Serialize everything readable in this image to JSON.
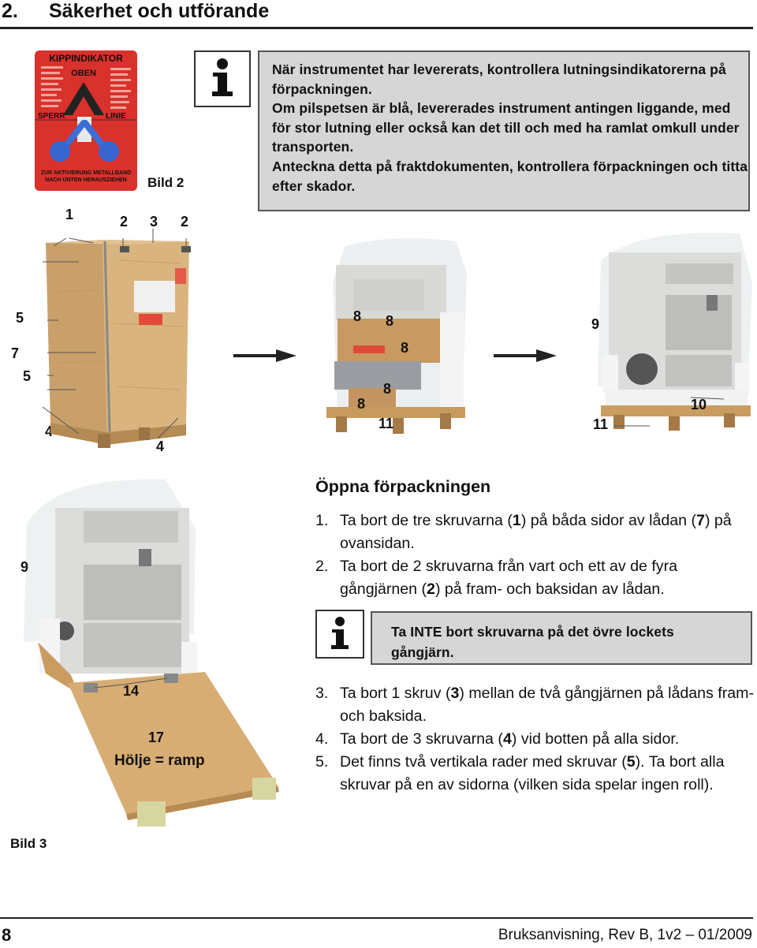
{
  "header": {
    "section_number": "2.",
    "section_title": "Säkerhet och utförande"
  },
  "figure2": {
    "caption": "Bild 2",
    "sticker_title": "KIPPINDIKATOR",
    "sticker_oben": "OBEN",
    "sticker_sperr": "SPERR",
    "sticker_linie": "LINIE",
    "sticker_bottom_1": "ZUR AKTIVIERUNG METALLBAND",
    "sticker_bottom_2": "NACH UNTEN HERAUSZIEHEN"
  },
  "info_box_1": {
    "paragraphs": [
      "När instrumentet har levererats, kontrollera lutningsindikatorerna på förpackningen.",
      "Om pilspetsen är blå, levererades instrument antingen liggande, med för stor lutning eller också kan det till och med ha ramlat omkull under transporten.",
      "Anteckna detta på fraktdokumenten, kontrollera förpackningen och titta efter skador."
    ]
  },
  "crate_callouts": {
    "c1": "1",
    "c2a": "2",
    "c3": "3",
    "c2b": "2",
    "c5a": "5",
    "c7": "7",
    "c5b": "5",
    "c4a": "4",
    "c4b": "4"
  },
  "pallet_callouts": {
    "p8a": "8",
    "p8b": "8",
    "p8c": "8",
    "p8d": "8",
    "p8e": "8",
    "p11": "11"
  },
  "instrument_callouts": {
    "i9": "9",
    "i11": "11",
    "i10": "10"
  },
  "figure3": {
    "caption": "Bild 3",
    "c9": "9",
    "c14": "14",
    "c17": "17",
    "ramp_label": "Hölje = ramp"
  },
  "section": {
    "heading": "Öppna förpackningen",
    "steps_a": [
      {
        "num": "1.",
        "text": "Ta bort de tre skruvarna (1) på båda sidor av lådan (7) på ovansidan."
      },
      {
        "num": "2.",
        "text": "Ta bort de 2 skruvarna från vart och ett av de fyra gångjärnen (2) på fram- och baksidan av lådan."
      }
    ],
    "note": "Ta INTE bort skruvarna på det övre lockets gångjärn.",
    "steps_b": [
      {
        "num": "3.",
        "text": "Ta bort 1 skruv (3) mellan de två gångjärnen på lådans fram- och baksida."
      },
      {
        "num": "4.",
        "text": "Ta bort de 3 skruvarna (4) vid botten på alla sidor."
      },
      {
        "num": "5.",
        "text": "Det finns två vertikala rader med skruvar (5). Ta bort alla skruvar på en av sidorna (vilken sida spelar ingen roll)."
      }
    ]
  },
  "footer": {
    "page_number": "8",
    "doc_info": "Bruksanvisning, Rev B, 1v2 – 01/2009"
  }
}
